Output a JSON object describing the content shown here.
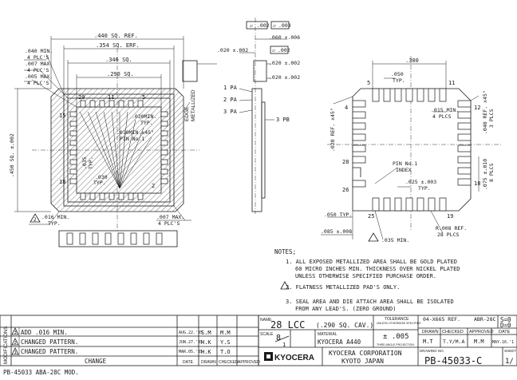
{
  "views": {
    "left": {
      "dim_440": ".440 SQ. REF.",
      "dim_354": ".354 SQ. ERF.",
      "dim_346": ".346 SQ.",
      "dim_290": ".290 SQ.",
      "dim_040_a": ".040 MIN.",
      "dim_040_b": "4 PLC'S",
      "dim_007_a": ".007 MAX.",
      "dim_007_b": "4 PLC'S",
      "dim_005_a": ".005 MAX.",
      "dim_005_b": "4 PLC'S",
      "pad_20": "20",
      "pad_11": "11",
      "pad_15": "15",
      "pad_5": "5",
      "pad_18": "18",
      "pad_2": "2",
      "dim_020min": ".020MIN.",
      "typ1": "TYP.",
      "dim_010min": ".010MIN.x45°",
      "pin1": "PIN No.1",
      "dim_035": ".035",
      "typ2": "TYP.",
      "dim_030": ".030",
      "typ3": "TYP.",
      "dim_450": ".450 SQ. ±.002",
      "edge_metal_1": "EDGE",
      "edge_metal_2": "METALLIZED",
      "dim_016": ".016 MIN.",
      "typ4": "TYP.",
      "dim_007_max": ".007 MAX.",
      "dim_007_plcs": "4 PLC'S",
      "note_flag_left": "2"
    },
    "middle": {
      "tol_flat_1": ".002",
      "tol_flat_2": ".003",
      "tol_flat_3": ".002",
      "dim_060": ".060 ±.006",
      "dim_020_1": ".020 ±.002",
      "dim_020_2": ".020 ±.002",
      "dim_020_3": ".020 ±.002",
      "pa1": "1 PA",
      "pa2": "2 PA",
      "pa3": "3 PA",
      "pb3": "3 PB"
    },
    "right": {
      "dim_300": ".300",
      "dim_050": ".050",
      "typ_050": "TYP.",
      "pad_5": "5",
      "pad_11": "11",
      "pad_4": "4",
      "pad_12": "12",
      "pad_28": "28",
      "pad_26": "26",
      "pad_18": "18",
      "pad_25": "25",
      "pad_19": "19",
      "dim_015": ".015 MIN.",
      "plcs_015": "4 PLCS",
      "dim_020ref": ".020 REF. x45°",
      "dim_040ref": ".040 REF. x45°",
      "plcs_040": "3 PLCS",
      "pin1": "PIN No.1",
      "index": "INDEX",
      "dim_025": ".025 ±.003",
      "typ_025": "TYP.",
      "dim_075": ".075 ±.010",
      "plcs_075": "8 PLCS",
      "dim_050b": ".050 TYP.",
      "dim_085": ".085 ±.008",
      "dim_r008": "R.008 REF.",
      "plcs_r008": "28 PLCS",
      "dim_035": ".035 MIN."
    }
  },
  "notes": {
    "heading": "NOTES;",
    "n1_a": "1. ALL EXPOSED METALLIZED AREA SHALL BE GOLD PLATED",
    "n1_b": "60 MICRO INCHES MIN. THICKNESS OVER NICKEL PLATED",
    "n1_c": "UNLESS OTHERWISE SPECIFIED PURCHASE ORDER.",
    "n2": "2. FLATNESS METALLIZED PAD'S ONLY.",
    "n3_a": "3. SEAL AREA AND DIE ATTACH AREA SHALL BE ISOLATED",
    "n3_b": "FROM ANY LEAD'S. (ZERO GROUND)"
  },
  "title_block": {
    "name_label": "NAME",
    "name_value": "28 LCC",
    "name_sub": "(.290 SQ. CAV.)",
    "tol_label": "TOLERANCE",
    "tol_sub": "UNLESS OTHERWISE SPECIFIED",
    "tol_value": "± .005",
    "third_angle": "THIRD ANGLE PROJECTION",
    "scale_label": "SCALE",
    "scale_top": "8",
    "scale_bottom": "1",
    "material_label": "MATERIAL",
    "material_value": "KYOCERA A440",
    "ref_no": "04-X665 REF.",
    "abbr": "ABR-28C",
    "s_label": "S=0",
    "d_label": "D=0",
    "drawn_label": "DRAWN",
    "checked_label": "CHECKED",
    "approved_label": "APPROVED",
    "date_label": "DATE",
    "drawn_value": "M.T",
    "checked_value": "T.Y/M.A",
    "approved_value": "M.M",
    "date_value": "MAY.16.'1",
    "company": "KYOCERA CORPORATION",
    "city": "KYOTO JAPAN",
    "logo": "KYOCERA",
    "drawing_no_label": "DRAWING NO.",
    "drawing_no": "PB-45033-C",
    "sheet_label": "SHEET",
    "sheet_value": "1/"
  },
  "revisions": {
    "side_label": "MODIFICATIONS",
    "rows": [
      {
        "mark": "3",
        "change": "ADD .016 MIN.",
        "date": "AUG.22.'85",
        "drawn": "S.M",
        "checked": "M.M"
      },
      {
        "mark": "2",
        "change": "CHANGED PATTERN.",
        "date": "JUN.27.'85",
        "drawn": "H.K",
        "checked": "Y.S"
      },
      {
        "mark": "1",
        "change": "CHANGED PATTERN.",
        "date": "MAR.05.'85",
        "drawn": "H.K",
        "checked": "T.O"
      }
    ],
    "header_change": "CHANGE",
    "header_date": "DATE",
    "header_drawn": "DRAWN",
    "header_checked": "CHECKED",
    "header_approved": "APPROVED"
  },
  "footer": "PB-45033 ABA-28C MOD."
}
